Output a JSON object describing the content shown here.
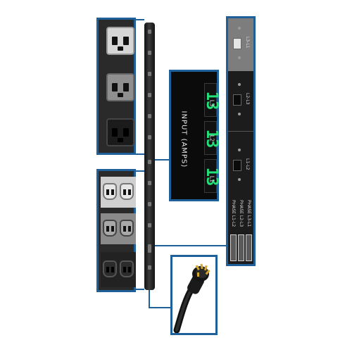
{
  "display": {
    "title": "INPUT (AMPS)",
    "readings": [
      {
        "line": "L1",
        "value": "13"
      },
      {
        "line": "L2",
        "value": "13"
      },
      {
        "line": "L3",
        "value": "13"
      }
    ]
  },
  "breakers": [
    {
      "label": "L3-L1"
    },
    {
      "label": "L2-L3"
    },
    {
      "label": "L1-L2"
    }
  ],
  "phase_labels": [
    {
      "label": "PHASE L1-L2"
    },
    {
      "label": "PHASE L2-L3"
    },
    {
      "label": "PHASE L3-L1"
    }
  ],
  "colors": {
    "frame_blue": "#1f5f9a",
    "readout_green": "#22e07a",
    "outlet_light": "#d9d9d9",
    "outlet_mid": "#8c8c8c",
    "outlet_dark": "#1a1a1a"
  }
}
